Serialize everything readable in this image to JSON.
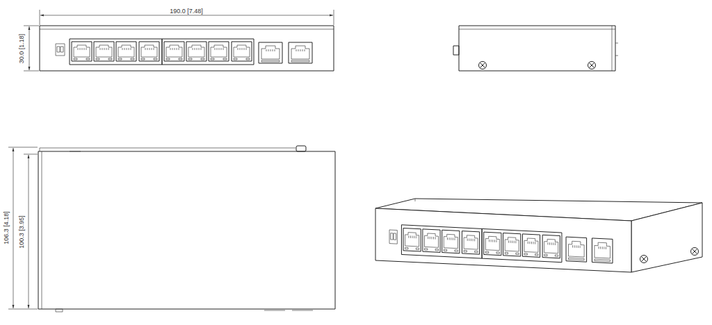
{
  "diagram": {
    "labels": [
      "190.0 [7.48]",
      "30.0 [1.18]",
      "106.3 [4.18]",
      "100.3 [3.95]"
    ]
  }
}
